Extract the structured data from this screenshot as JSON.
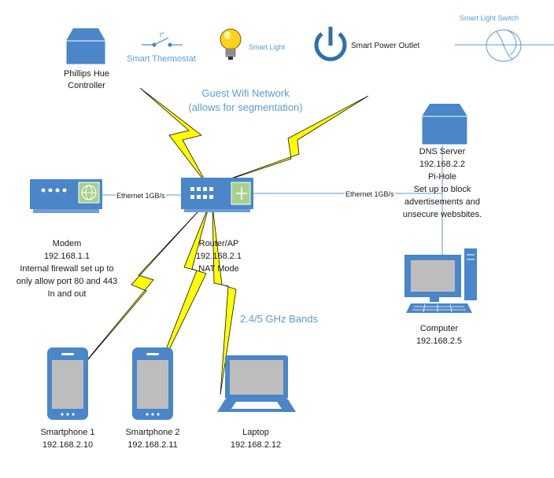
{
  "colors": {
    "device_blue": "#4a86c8",
    "device_dark": "#2f6fad",
    "link_blue": "#5b9bd5",
    "wifi_yellow": "#ffff00",
    "label_blue": "#5b9bd5"
  },
  "devices": {
    "hue": {
      "icon": "hue-controller-icon",
      "lines": [
        "Phillips Hue",
        "Controller"
      ]
    },
    "thermostat": {
      "icon": "thermostat-switch-icon",
      "label": "Smart Thermostat",
      "symbol": "t°"
    },
    "light": {
      "icon": "light-bulb-icon",
      "label": "Smart Light"
    },
    "outlet": {
      "icon": "power-outlet-icon",
      "label": "Smart Power Outlet"
    },
    "switch": {
      "icon": "light-switch-icon",
      "label": "Smart Light Switch"
    },
    "modem": {
      "icon": "modem-icon",
      "lines": [
        "Modem",
        "192.168.1.1",
        "Internal firewall set up to",
        "only allow port 80 and 443",
        "In and out"
      ]
    },
    "router": {
      "icon": "router-icon",
      "lines": [
        "Router/AP",
        "192.168.2.1",
        "NAT Mode"
      ]
    },
    "dns": {
      "icon": "server-icon",
      "lines": [
        "DNS Server",
        "192.168.2.2",
        "Pi-Hole",
        "Set up to block",
        "advertisements and",
        "unsecure websbites."
      ]
    },
    "computer": {
      "icon": "desktop-computer-icon",
      "lines": [
        "Computer",
        "192.168.2.5"
      ]
    },
    "phone1": {
      "icon": "smartphone-icon",
      "lines": [
        "Smartphone 1",
        "192.168.2.10"
      ]
    },
    "phone2": {
      "icon": "smartphone-icon",
      "lines": [
        "Smartphone 2",
        "192.168.2.11"
      ]
    },
    "laptop": {
      "icon": "laptop-icon",
      "lines": [
        "Laptop",
        "192.168.2.12"
      ]
    }
  },
  "links": {
    "modem_router": "Ethernet 1GB/s",
    "router_dns": "Ethernet 1GB/s"
  },
  "annotations": {
    "guest_wifi": [
      "Guest Wifi Network",
      "(allows for segmentation)"
    ],
    "bands": "2.4/5 GHz Bands"
  }
}
